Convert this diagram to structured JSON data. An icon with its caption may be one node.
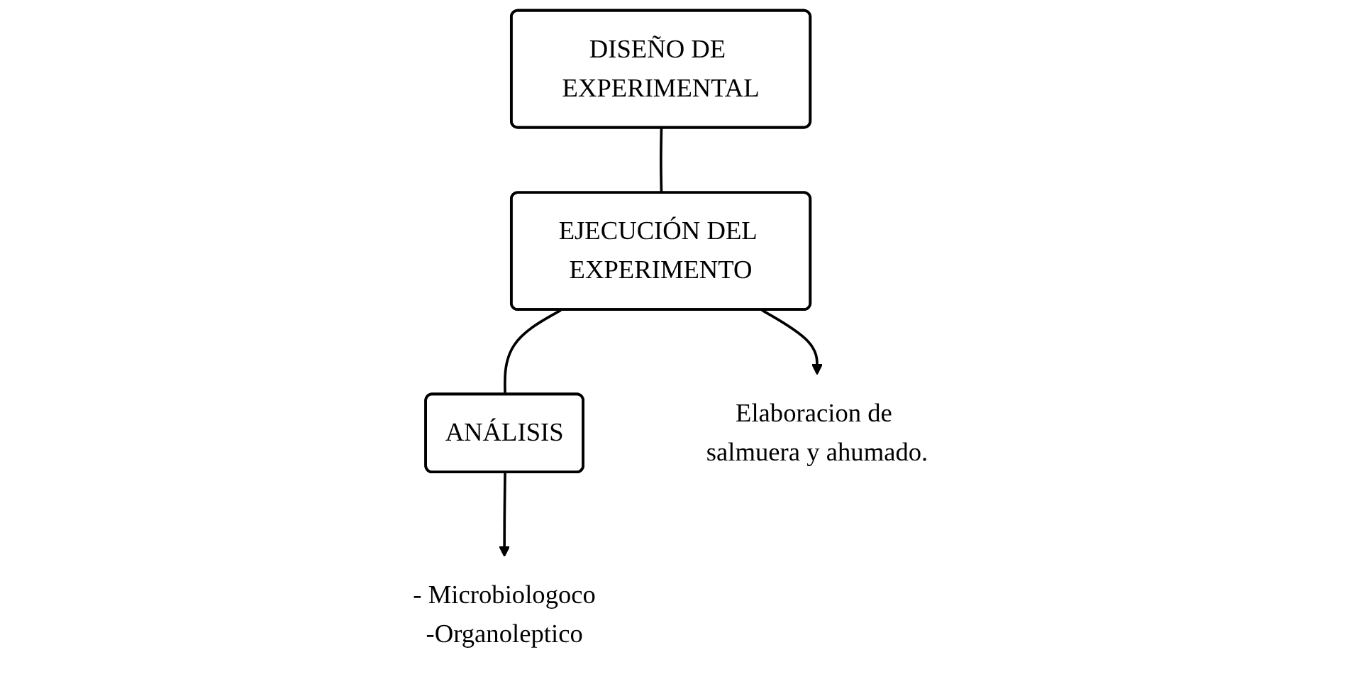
{
  "diagram": {
    "nodes": [
      {
        "text": [
          "DISEÑO DE EXPERIMENTAL"
        ]
      },
      {
        "text": [
          "EJECUCIÓN DEL EXPERIMENTO"
        ]
      },
      {
        "text": [
          "ANÁLISIS"
        ]
      },
      {
        "text": [
          "Elaboracion de salmuera y ahumado."
        ]
      },
      {
        "text": [
          "- Microbiologoco",
          "-Organoleptico"
        ]
      }
    ],
    "edges": [
      {
        "from": 0,
        "to": 1,
        "arrow": "none"
      },
      {
        "from": 1,
        "to": 2,
        "arrow": "none"
      },
      {
        "from": 1,
        "to": 3,
        "arrow": "to"
      },
      {
        "from": 2,
        "to": 4,
        "arrow": "to"
      }
    ]
  }
}
